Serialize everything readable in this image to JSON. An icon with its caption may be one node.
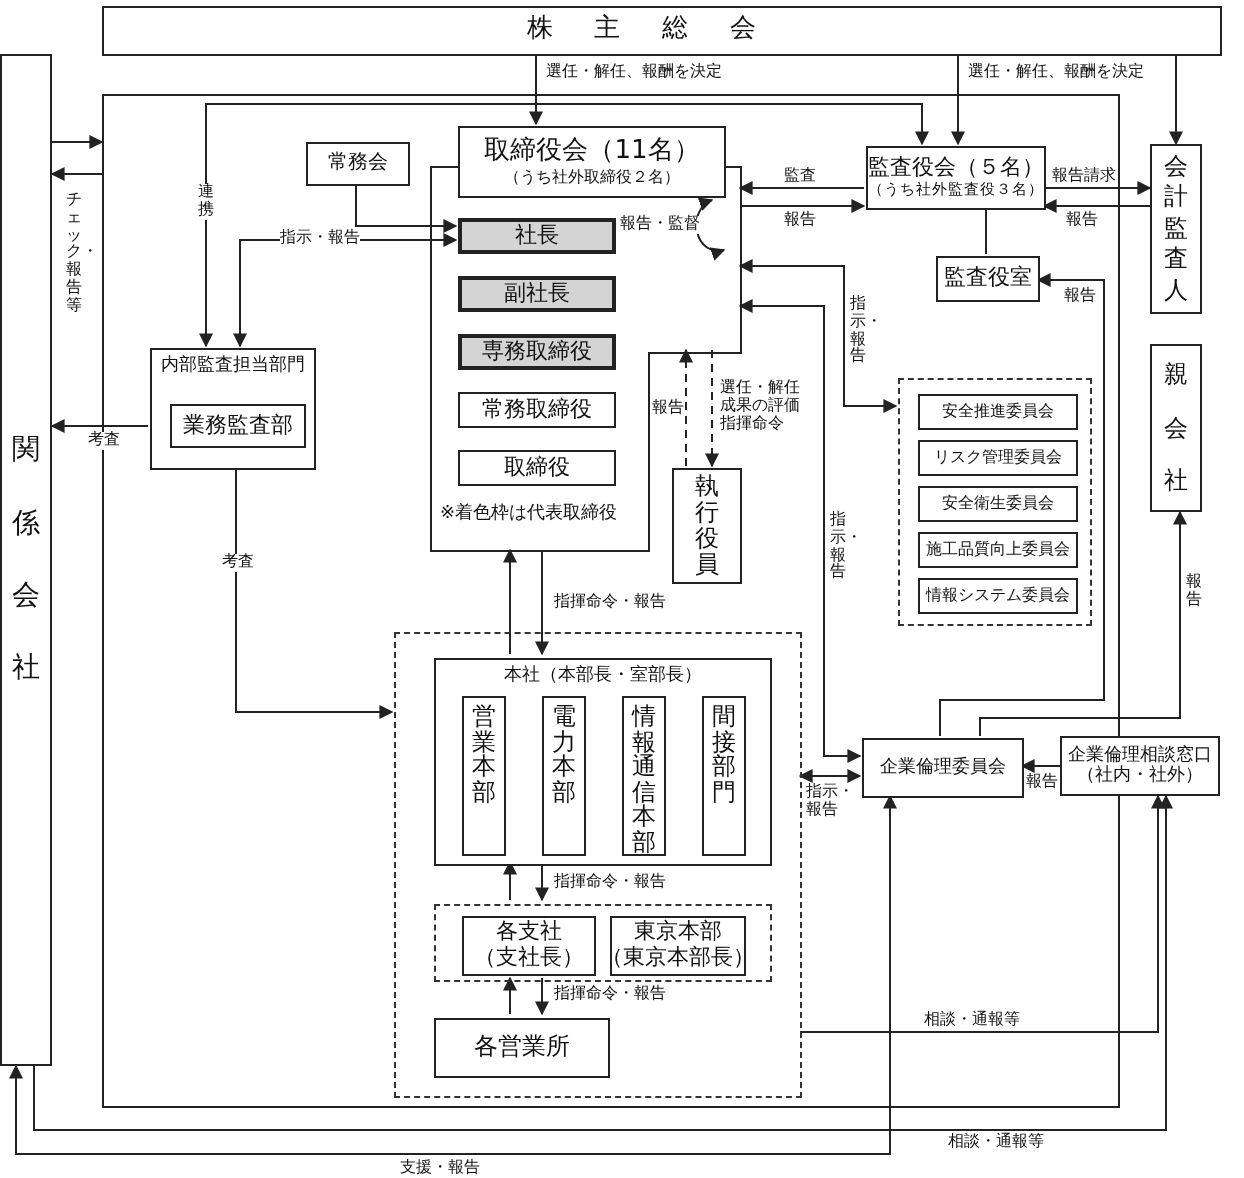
{
  "diagram": {
    "nodes": [
      {
        "text": [
          "株主総会"
        ]
      },
      {
        "text": [
          "関係会社"
        ]
      },
      {
        "text": [],
        "shape": "box"
      },
      {
        "text": [
          "取締役会（11名）",
          "（うち社外取締役２名）"
        ],
        "in": 2
      },
      {
        "text": [
          "※着色枠は代表取締役"
        ],
        "in": 2
      },
      {
        "text": [
          "常務会"
        ],
        "in": 2
      },
      {
        "text": [
          "社長"
        ],
        "in": 4
      },
      {
        "text": [
          "副社長"
        ],
        "in": 4
      },
      {
        "text": [
          "専務取締役"
        ],
        "in": 4
      },
      {
        "text": [
          "常務取締役"
        ],
        "in": 4
      },
      {
        "text": [
          "取締役"
        ],
        "in": 4
      },
      {
        "text": [
          "監査役会（５名）",
          "（うち社外監査役３名）"
        ],
        "in": 2
      },
      {
        "text": [
          "監査役室"
        ],
        "in": 2
      },
      {
        "text": [
          "会計監査人"
        ]
      },
      {
        "text": [
          "内部監査担当部門"
        ],
        "in": 2
      },
      {
        "text": [
          "業務監査部"
        ],
        "in": 14
      },
      {
        "text": [
          "執行役員"
        ],
        "in": 2
      },
      {
        "text": [
          "親会社"
        ]
      },
      {
        "text": [],
        "shape": "box",
        "in": 2
      },
      {
        "text": [
          "安全推進委員会"
        ],
        "in": 18
      },
      {
        "text": [
          "リスク管理委員会"
        ],
        "in": 18
      },
      {
        "text": [
          "安全衛生委員会"
        ],
        "in": 18
      },
      {
        "text": [
          "施工品質向上委員会"
        ],
        "in": 18
      },
      {
        "text": [
          "情報システム委員会"
        ],
        "in": 18
      },
      {
        "text": [],
        "shape": "box",
        "in": 2
      },
      {
        "text": [
          "本社（本部長・室部長）"
        ],
        "in": 24
      },
      {
        "text": [
          "営業本部"
        ],
        "in": 25
      },
      {
        "text": [
          "電力本部"
        ],
        "in": 25
      },
      {
        "text": [
          "情報通信本部"
        ],
        "in": 25
      },
      {
        "text": [
          "間接部門"
        ],
        "in": 25
      },
      {
        "text": [],
        "shape": "box",
        "in": 24
      },
      {
        "text": [
          "各支社",
          "（支社長）"
        ],
        "in": 30
      },
      {
        "text": [
          "東京本部",
          "（東京本部長）"
        ],
        "in": 30
      },
      {
        "text": [
          "各営業所"
        ],
        "in": 24
      },
      {
        "text": [
          "企業倫理委員会"
        ],
        "in": 2
      },
      {
        "text": [
          "企業倫理相談窓口",
          "（社内・社外）"
        ]
      }
    ],
    "edges": [
      {
        "from": 0,
        "to": 3,
        "arrow": "to",
        "label": "選任・解任、報酬を決定"
      },
      {
        "from": 0,
        "to": 11,
        "arrow": "to",
        "label": "選任・解任、報酬を決定"
      },
      {
        "from": 0,
        "to": 13,
        "arrow": "to"
      },
      {
        "from": 1,
        "to": 2,
        "arrow": "to"
      },
      {
        "from": 2,
        "to": 1,
        "arrow": "to",
        "label": "チェック・報告等"
      },
      {
        "from": 5,
        "to": 6,
        "arrow": "to"
      },
      {
        "from": 11,
        "to": 14,
        "arrow": "both",
        "label": "連携"
      },
      {
        "from": 6,
        "to": 14,
        "arrow": "both",
        "label": "指示・報告"
      },
      {
        "from": 14,
        "to": 1,
        "arrow": "to",
        "label": "考査"
      },
      {
        "from": 14,
        "to": 24,
        "arrow": "to",
        "label": "考査"
      },
      {
        "from": 4,
        "to": 3,
        "arrow": "both",
        "label": "報告・監督"
      },
      {
        "from": 11,
        "to": 4,
        "arrow": "to",
        "label": "監査"
      },
      {
        "from": 4,
        "to": 11,
        "arrow": "to",
        "label": "報告"
      },
      {
        "from": 11,
        "to": 13,
        "arrow": "to",
        "label": "報告請求"
      },
      {
        "from": 13,
        "to": 11,
        "arrow": "to",
        "label": "報告"
      },
      {
        "from": 11,
        "to": 12,
        "arrow": "none"
      },
      {
        "from": 4,
        "to": 18,
        "arrow": "both",
        "label": "指示・報告"
      },
      {
        "from": 4,
        "to": 34,
        "arrow": "both",
        "label": "指示・報告"
      },
      {
        "from": 16,
        "to": 4,
        "arrow": "to",
        "style": "dashed",
        "label": "報告"
      },
      {
        "from": 4,
        "to": 16,
        "arrow": "to",
        "style": "dashed",
        "label": "選任・解任成果の評価指揮命令"
      },
      {
        "from": 25,
        "to": 4,
        "arrow": "to"
      },
      {
        "from": 4,
        "to": 25,
        "arrow": "to",
        "label": "指揮命令・報告"
      },
      {
        "from": 30,
        "to": 25,
        "arrow": "to"
      },
      {
        "from": 25,
        "to": 30,
        "arrow": "to",
        "label": "指揮命令・報告"
      },
      {
        "from": 33,
        "to": 30,
        "arrow": "to"
      },
      {
        "from": 30,
        "to": 33,
        "arrow": "to",
        "label": "指揮命令・報告"
      },
      {
        "from": 34,
        "to": 24,
        "arrow": "both",
        "label": "指示・報告"
      },
      {
        "from": 35,
        "to": 34,
        "arrow": "to",
        "label": "報告"
      },
      {
        "from": 24,
        "to": 35,
        "arrow": "to",
        "label": "相談・通報等"
      },
      {
        "from": 1,
        "to": 35,
        "arrow": "to",
        "label": "相談・通報等"
      },
      {
        "from": 34,
        "to": 1,
        "arrow": "both",
        "label": "支援・報告"
      },
      {
        "from": 34,
        "to": 12,
        "arrow": "to",
        "label": "報告"
      },
      {
        "from": 34,
        "to": 17,
        "arrow": "to",
        "label": "報告"
      }
    ]
  }
}
